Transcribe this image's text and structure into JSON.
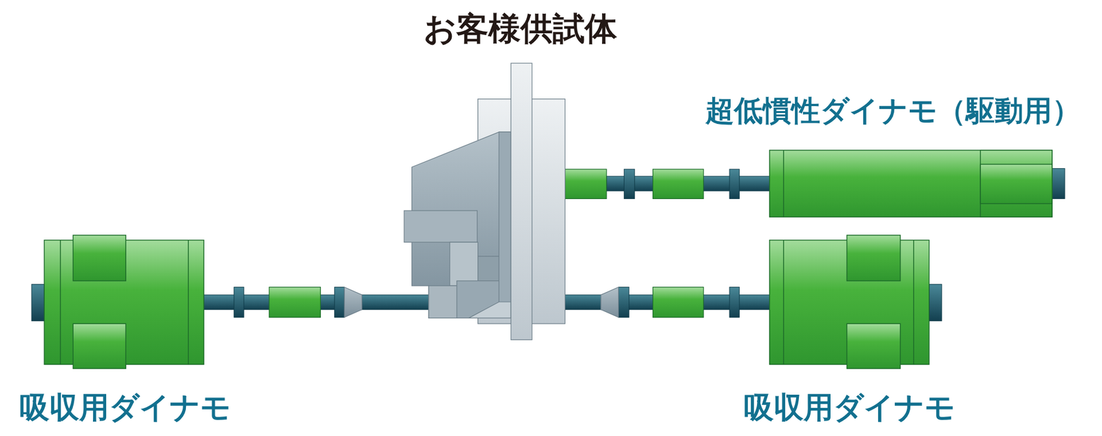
{
  "diagram": {
    "labels": [
      "お客様供試体",
      "超低慣性ダイナモ（駆動用）",
      "吸収用ダイナモ",
      "吸収用ダイナモ"
    ]
  }
}
